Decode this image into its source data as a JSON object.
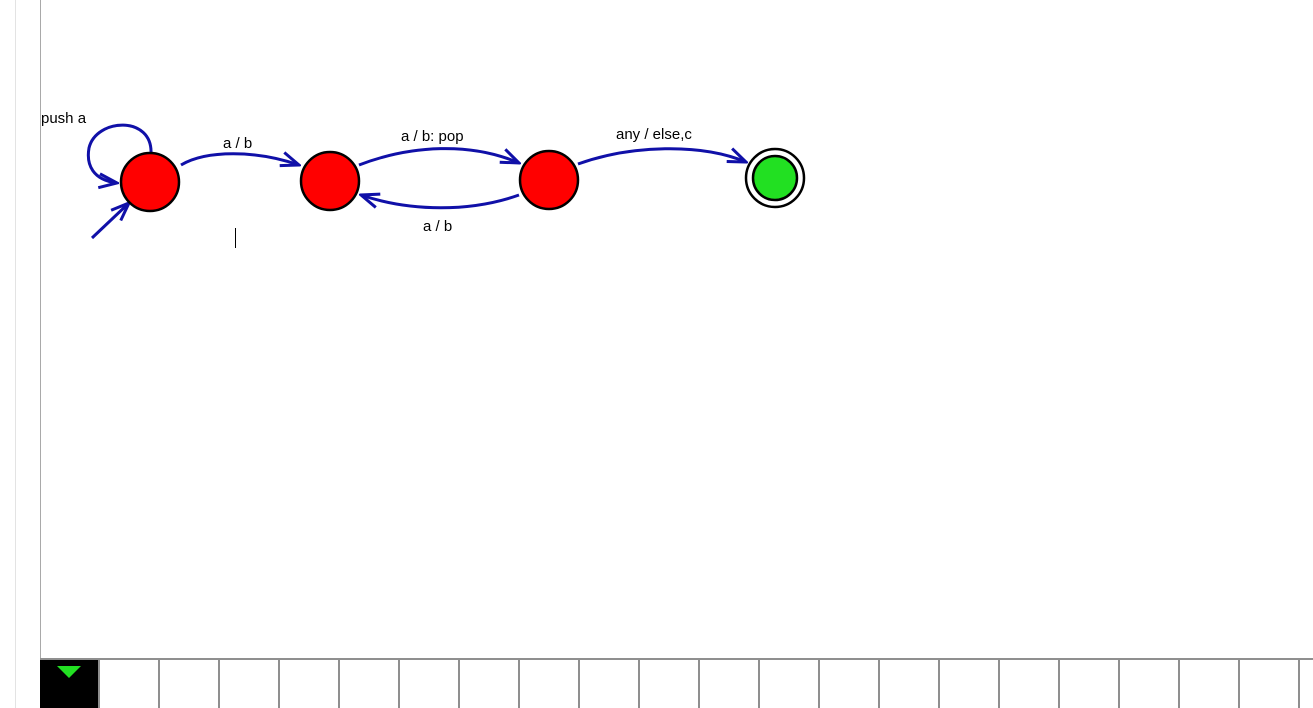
{
  "colors": {
    "state_fill": "#ff0000",
    "accept_fill": "#22e022",
    "edge_color": "#1010a8",
    "tape_head": "#000000"
  },
  "diagram": {
    "states": [
      {
        "id": "q0",
        "kind": "initial"
      },
      {
        "id": "q1",
        "kind": "normal"
      },
      {
        "id": "q2",
        "kind": "normal"
      },
      {
        "id": "q3",
        "kind": "accept"
      }
    ],
    "transitions": [
      {
        "from": "q0",
        "to": "q0",
        "label": "push a"
      },
      {
        "from": "q0",
        "to": "q1",
        "label": "a / b"
      },
      {
        "from": "q1",
        "to": "q2",
        "label": "a / b: pop"
      },
      {
        "from": "q2",
        "to": "q1",
        "label": "a / b"
      },
      {
        "from": "q2",
        "to": "q3",
        "label": "any / else,c"
      }
    ]
  },
  "tape": {
    "head_icon": "triangle-down-icon",
    "cells": [
      "",
      "",
      "",
      "",
      "",
      "",
      "",
      "",
      "",
      "",
      "",
      "",
      "",
      "",
      "",
      "",
      "",
      "",
      "",
      "",
      "",
      ""
    ]
  }
}
